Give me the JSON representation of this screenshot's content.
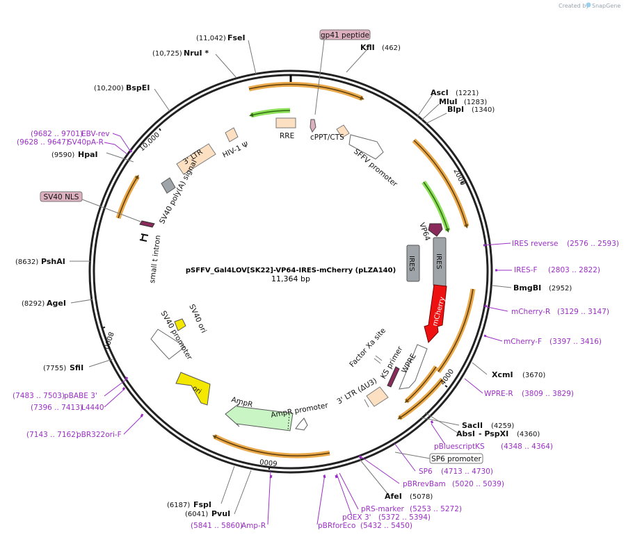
{
  "credit": {
    "prefix": "Created by",
    "brand": "SnapGene",
    "icon": "snapgene-logo-icon"
  },
  "plasmid": {
    "name": "pSFFV_Gal4LOV[SK22]-VP64-IRES-mCherry (pLZA140)",
    "length_label": "11,364 bp",
    "length": 11364
  },
  "ticks": [
    "2000",
    "4000",
    "6000",
    "8000",
    "10,000"
  ],
  "sites": [
    {
      "id": "fsei",
      "name": "FseI",
      "pos": "(11,042)"
    },
    {
      "id": "nrui",
      "name": "NruI *",
      "pos": "(10,725)"
    },
    {
      "id": "bspei",
      "name": "BspEI",
      "pos": "(10,200)"
    },
    {
      "id": "hpai",
      "name": "HpaI",
      "pos": "(9590)"
    },
    {
      "id": "pshai",
      "name": "PshAI",
      "pos": "(8632)"
    },
    {
      "id": "agei",
      "name": "AgeI",
      "pos": "(8292)"
    },
    {
      "id": "sfii",
      "name": "SfiI",
      "pos": "(7755)"
    },
    {
      "id": "fspi",
      "name": "FspI",
      "pos": "(6187)"
    },
    {
      "id": "pvui",
      "name": "PvuI",
      "pos": "(6041)"
    },
    {
      "id": "afei",
      "name": "AfeI",
      "pos": "(5078)"
    },
    {
      "id": "sacii",
      "name": "SacII",
      "pos": "(4259)"
    },
    {
      "id": "absi",
      "name": "AbsI",
      "pos": "(4360)"
    },
    {
      "id": "pspxi",
      "name": "- PspXI",
      "pos": ""
    },
    {
      "id": "xcmi",
      "name": "XcmI",
      "pos": "(3670)"
    },
    {
      "id": "bmgbi",
      "name": "BmgBI",
      "pos": "(2952)"
    },
    {
      "id": "asci",
      "name": "AscI",
      "pos": "(1221)"
    },
    {
      "id": "mlui",
      "name": "MluI",
      "pos": "(1283)"
    },
    {
      "id": "blpi",
      "name": "BlpI",
      "pos": "(1340)"
    },
    {
      "id": "kfli",
      "name": "KflI",
      "pos": "(462)"
    }
  ],
  "primers": [
    {
      "id": "ebv-rev",
      "name": "EBV-rev",
      "range": "(9682 .. 9701)"
    },
    {
      "id": "sv40pa-r",
      "name": "SV40pA-R",
      "range": "(9628 .. 9647)"
    },
    {
      "id": "pbabe3",
      "name": "pBABE 3'",
      "range": "(7483 .. 7503)"
    },
    {
      "id": "l4440",
      "name": "L4440",
      "range": "(7396 .. 7413)"
    },
    {
      "id": "pbr322ori-f",
      "name": "pBR322ori-F",
      "range": "(7143 .. 7162)"
    },
    {
      "id": "amp-r",
      "name": "Amp-R",
      "range": "(5841 .. 5860)"
    },
    {
      "id": "pbrforeco",
      "name": "pBRforEco",
      "range": "(5432 .. 5450)"
    },
    {
      "id": "pgex3",
      "name": "pGEX 3'",
      "range": "(5372 .. 5394)"
    },
    {
      "id": "prs-marker",
      "name": "pRS-marker",
      "range": "(5253 .. 5272)"
    },
    {
      "id": "pbrrevbam",
      "name": "pBRrevBam",
      "range": "(5020 .. 5039)"
    },
    {
      "id": "sp6",
      "name": "SP6",
      "range": "(4713 .. 4730)"
    },
    {
      "id": "pbluescriptks",
      "name": "pBluescriptKS",
      "range": "(4348 .. 4364)"
    },
    {
      "id": "wpre-r",
      "name": "WPRE-R",
      "range": "(3809 .. 3829)"
    },
    {
      "id": "mcherry-f",
      "name": "mCherry-F",
      "range": "(3397 .. 3416)"
    },
    {
      "id": "mcherry-r",
      "name": "mCherry-R",
      "range": "(3129 .. 3147)"
    },
    {
      "id": "ires-f",
      "name": "IRES-F",
      "range": "(2803 .. 2822)"
    },
    {
      "id": "ires-reverse",
      "name": "IRES reverse",
      "range": "(2576 .. 2593)"
    }
  ],
  "features": {
    "gp41": "gp41 peptide",
    "sv40nls": "SV40 NLS",
    "sp6promoter": "SP6 promoter",
    "rre": "RRE",
    "cppt": "cPPT/CTS",
    "sffv": "SFFV promoter",
    "hiv": "HIV-1 Ψ",
    "ltr3": "3' LTR",
    "sv40polya": "SV40 poly(A) signal",
    "smallt": "small t intron",
    "vp64": "VP64",
    "ires_fwd": "IRES",
    "ires_rev": "IRES",
    "mcherry": "mCherry",
    "factorxa": "Factor Xa site",
    "ksprimer": "KS primer",
    "wpre": "WPRE",
    "ltr3du3": "3' LTR (ΔU3)",
    "ampr_promoter": "AmpR promoter",
    "ampr": "AmpR",
    "ori": "ori",
    "sv40ori": "SV40 ori",
    "sv40promoter": "SV40 promoter"
  },
  "colors": {
    "backbone": "#222222",
    "primer": "#9a2fc4",
    "orf_orange": "#e9a94b",
    "orf_green": "#6cbf2a",
    "mcherry": "#ee1111",
    "vp64": "#8a2a5a",
    "ires": "#9ea4a8",
    "ori": "#f4e800",
    "ampr": "#c9f5c4",
    "ltr": "#fde0c2",
    "pink_box": "#dcb0bf"
  }
}
